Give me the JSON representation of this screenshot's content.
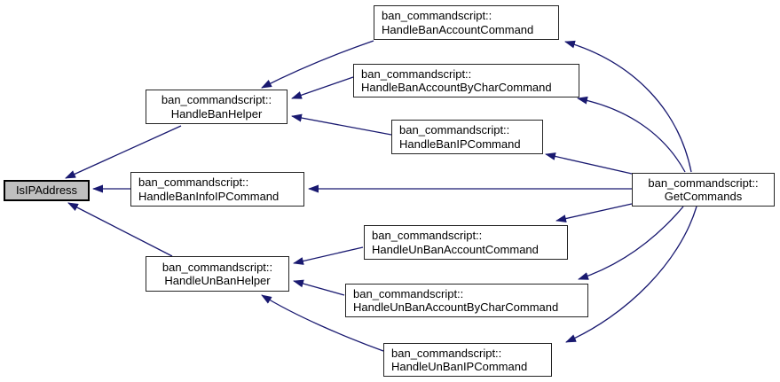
{
  "diagram": {
    "kind": "caller-graph",
    "colors": {
      "edge": "#191970",
      "node_border": "#242424",
      "node_fill": "#ffffff",
      "highlight_fill": "#bfbfbf",
      "text": "#000000",
      "background": "#ffffff"
    },
    "nodes": {
      "is_ip_address": {
        "label": "IsIPAddress"
      },
      "handle_ban_helper": {
        "line1": "ban_commandscript::",
        "line2": "HandleBanHelper"
      },
      "handle_ban_account": {
        "line1": "ban_commandscript::",
        "line2": "HandleBanAccountCommand"
      },
      "handle_ban_account_by_char": {
        "line1": "ban_commandscript::",
        "line2": "HandleBanAccountByCharCommand"
      },
      "handle_ban_ip": {
        "line1": "ban_commandscript::",
        "line2": "HandleBanIPCommand"
      },
      "handle_ban_info_ip": {
        "line1": "ban_commandscript::",
        "line2": "HandleBanInfoIPCommand"
      },
      "get_commands": {
        "line1": "ban_commandscript::",
        "line2": "GetCommands"
      },
      "handle_unban_account": {
        "line1": "ban_commandscript::",
        "line2": "HandleUnBanAccountCommand"
      },
      "handle_unban_helper": {
        "line1": "ban_commandscript::",
        "line2": "HandleUnBanHelper"
      },
      "handle_unban_account_by_char": {
        "line1": "ban_commandscript::",
        "line2": "HandleUnBanAccountByCharCommand"
      },
      "handle_unban_ip": {
        "line1": "ban_commandscript::",
        "line2": "HandleUnBanIPCommand"
      }
    },
    "edges": [
      {
        "from": "handle_ban_helper",
        "to": "is_ip_address"
      },
      {
        "from": "handle_ban_info_ip",
        "to": "is_ip_address"
      },
      {
        "from": "handle_unban_helper",
        "to": "is_ip_address"
      },
      {
        "from": "handle_ban_account",
        "to": "handle_ban_helper"
      },
      {
        "from": "handle_ban_account_by_char",
        "to": "handle_ban_helper"
      },
      {
        "from": "handle_ban_ip",
        "to": "handle_ban_helper"
      },
      {
        "from": "get_commands",
        "to": "handle_ban_account"
      },
      {
        "from": "get_commands",
        "to": "handle_ban_account_by_char"
      },
      {
        "from": "get_commands",
        "to": "handle_ban_ip"
      },
      {
        "from": "get_commands",
        "to": "handle_ban_info_ip"
      },
      {
        "from": "get_commands",
        "to": "handle_unban_account"
      },
      {
        "from": "get_commands",
        "to": "handle_unban_account_by_char"
      },
      {
        "from": "get_commands",
        "to": "handle_unban_ip"
      },
      {
        "from": "handle_unban_account",
        "to": "handle_unban_helper"
      },
      {
        "from": "handle_unban_account_by_char",
        "to": "handle_unban_helper"
      },
      {
        "from": "handle_unban_ip",
        "to": "handle_unban_helper"
      }
    ]
  }
}
